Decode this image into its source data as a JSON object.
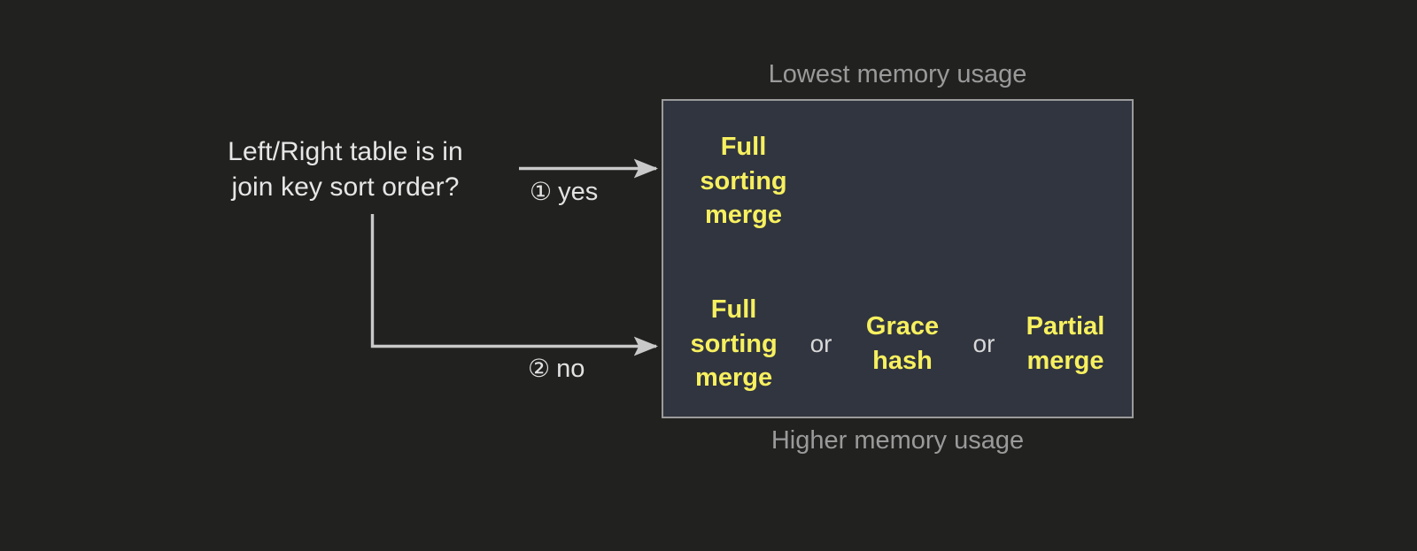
{
  "diagram": {
    "question": "Left/Right table is in\njoin key sort order?",
    "branches": [
      {
        "marker": "①",
        "label": "yes"
      },
      {
        "marker": "②",
        "label": "no"
      }
    ],
    "captions": {
      "top": "Lowest memory usage",
      "bottom": "Higher memory usage"
    },
    "options_box": {
      "rows": [
        {
          "items": [
            {
              "kind": "option",
              "text": "Full\nsorting\nmerge"
            }
          ]
        },
        {
          "items": [
            {
              "kind": "option",
              "text": "Full\nsorting\nmerge"
            },
            {
              "kind": "separator",
              "text": "or"
            },
            {
              "kind": "option",
              "text": "Grace\nhash"
            },
            {
              "kind": "separator",
              "text": "or"
            },
            {
              "kind": "option",
              "text": "Partial\nmerge"
            }
          ]
        }
      ]
    },
    "colors": {
      "background": "#212220",
      "box_fill": "#31353f",
      "box_border": "#9b9b9b",
      "option_text": "#f7f05f",
      "caption_text": "#9a9a9a",
      "question_text": "#e6e6e6",
      "connector": "#c9c9c9"
    }
  }
}
